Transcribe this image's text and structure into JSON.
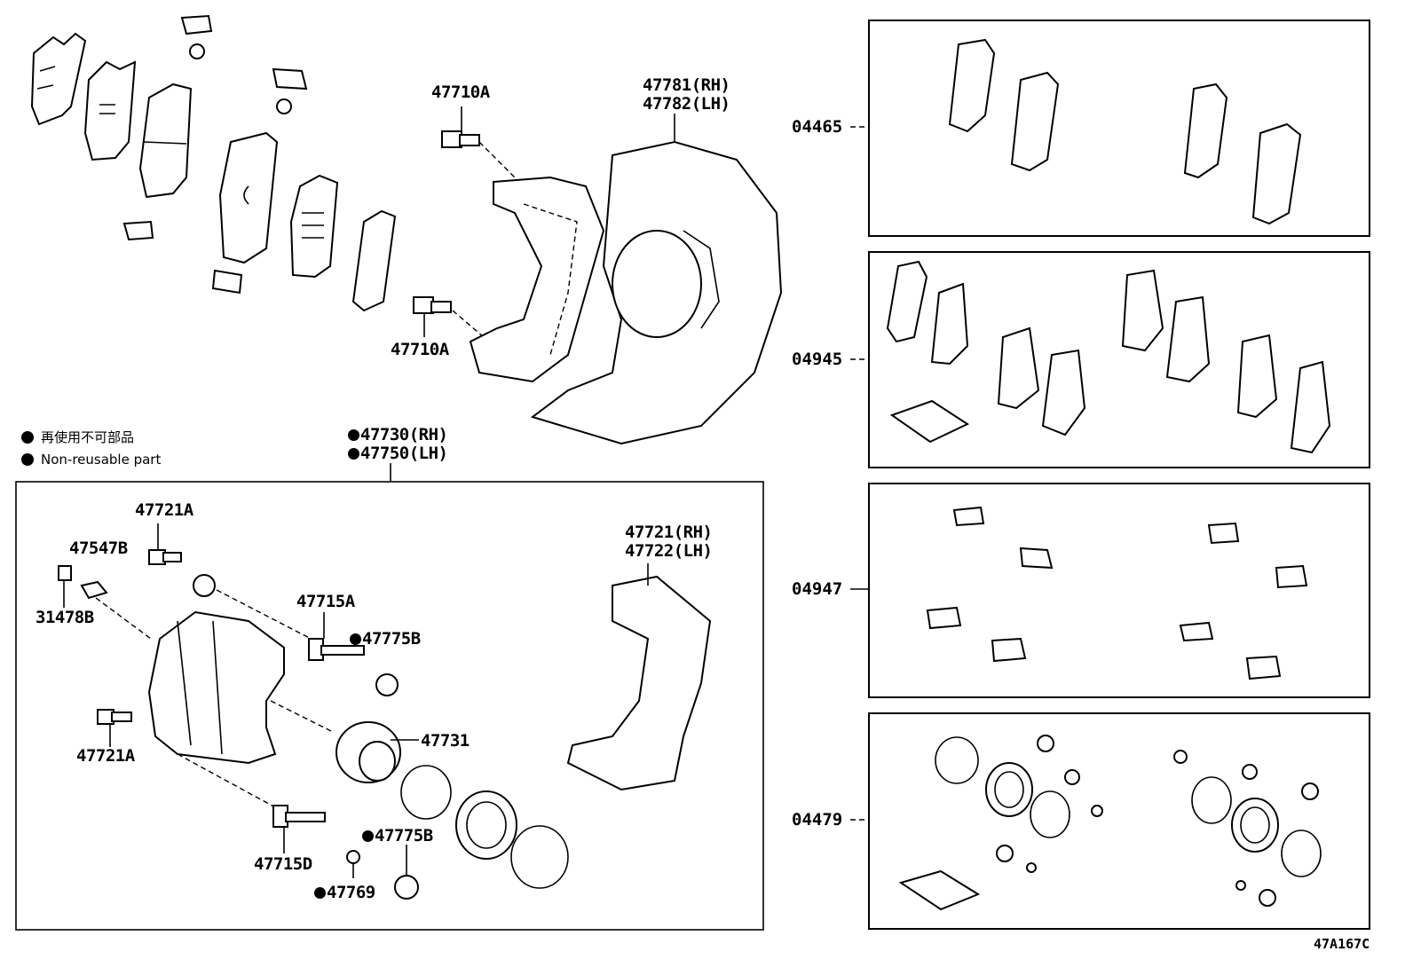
{
  "diagram": {
    "reference": "47A167C",
    "legend": {
      "ja": "再使用不可部品",
      "en": "Non-reusable part"
    },
    "labels": {
      "l47710a_top": "47710A",
      "l47710a_bottom": "47710A",
      "l47781": "47781(RH)",
      "l47782": "47782(LH)",
      "l47730": "47730(RH)",
      "l47750": "47750(LH)",
      "l47721a_top": "47721A",
      "l47547b": "47547B",
      "l31478b": "31478B",
      "l47715a": "47715A",
      "l47775b_top": "47775B",
      "l47721": "47721(RH)",
      "l47722": "47722(LH)",
      "l47731": "47731",
      "l47721a_bottom": "47721A",
      "l47775b_bottom": "47775B",
      "l47715d": "47715D",
      "l47769": "47769"
    },
    "kits": [
      {
        "code": "04465"
      },
      {
        "code": "04945"
      },
      {
        "code": "04947"
      },
      {
        "code": "04479"
      }
    ]
  }
}
